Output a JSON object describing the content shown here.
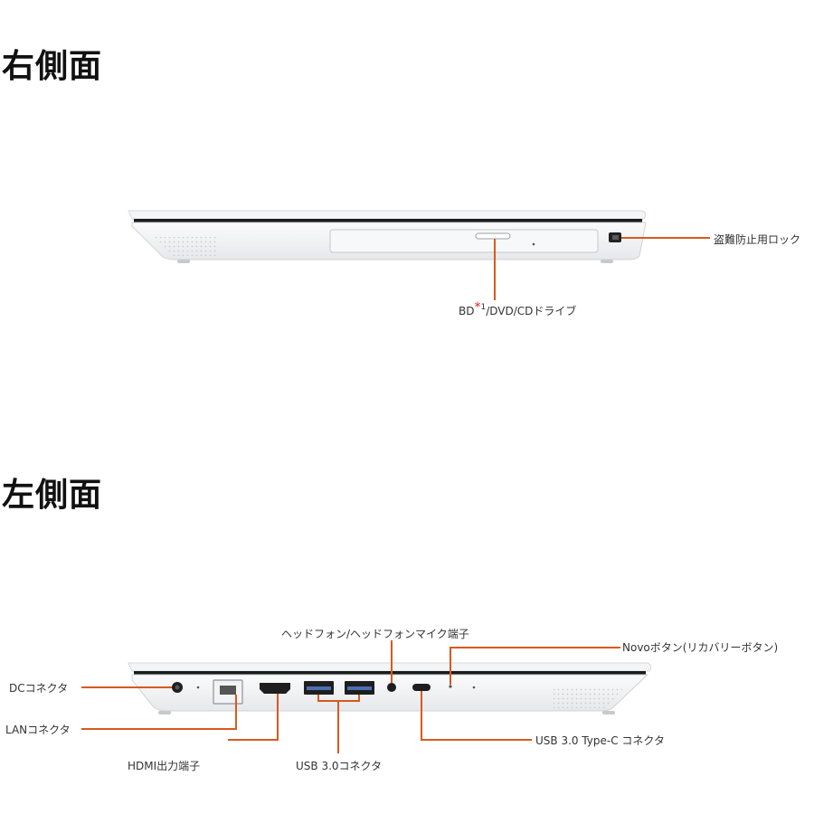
{
  "right_side": {
    "title": "右側面",
    "labels": {
      "lock": "盗難防止用ロック",
      "drive_prefix": "BD",
      "drive_star": "*",
      "drive_sup": "1",
      "drive_suffix": "/DVD/CDドライブ"
    }
  },
  "left_side": {
    "title": "左側面",
    "labels": {
      "headphone": "ヘッドフォン/ヘッドフォンマイク端子",
      "novo": "Novoボタン(リカバリーボタン)",
      "dc": "DCコネクタ",
      "lan": "LANコネクタ",
      "hdmi": "HDMI出力端子",
      "usb30": "USB 3.0コネクタ",
      "usbc": "USB 3.0 Type-C コネクタ"
    }
  },
  "colors": {
    "leader_line": "#d9591e",
    "laptop_body": "#f3f4f6",
    "laptop_edge": "#1a1a1a"
  }
}
